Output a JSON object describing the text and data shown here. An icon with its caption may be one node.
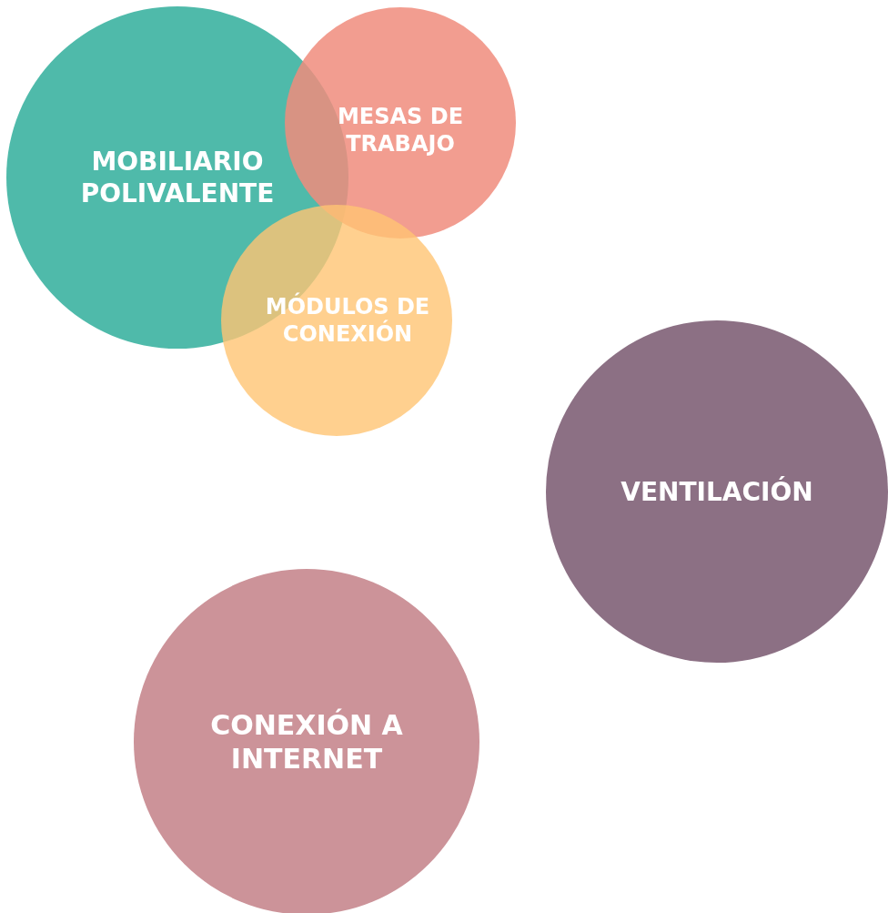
{
  "diagram": {
    "nodes": [
      {
        "text": [
          "MOBILIARIO POLIVALENTE"
        ]
      },
      {
        "text": [
          "MESAS DE TRABAJO"
        ]
      },
      {
        "text": [
          "MÓDULOS DE CONEXIÓN"
        ]
      },
      {
        "text": [
          "VENTILACIÓN"
        ]
      },
      {
        "text": [
          "CONEXIÓN A INTERNET"
        ]
      }
    ]
  }
}
